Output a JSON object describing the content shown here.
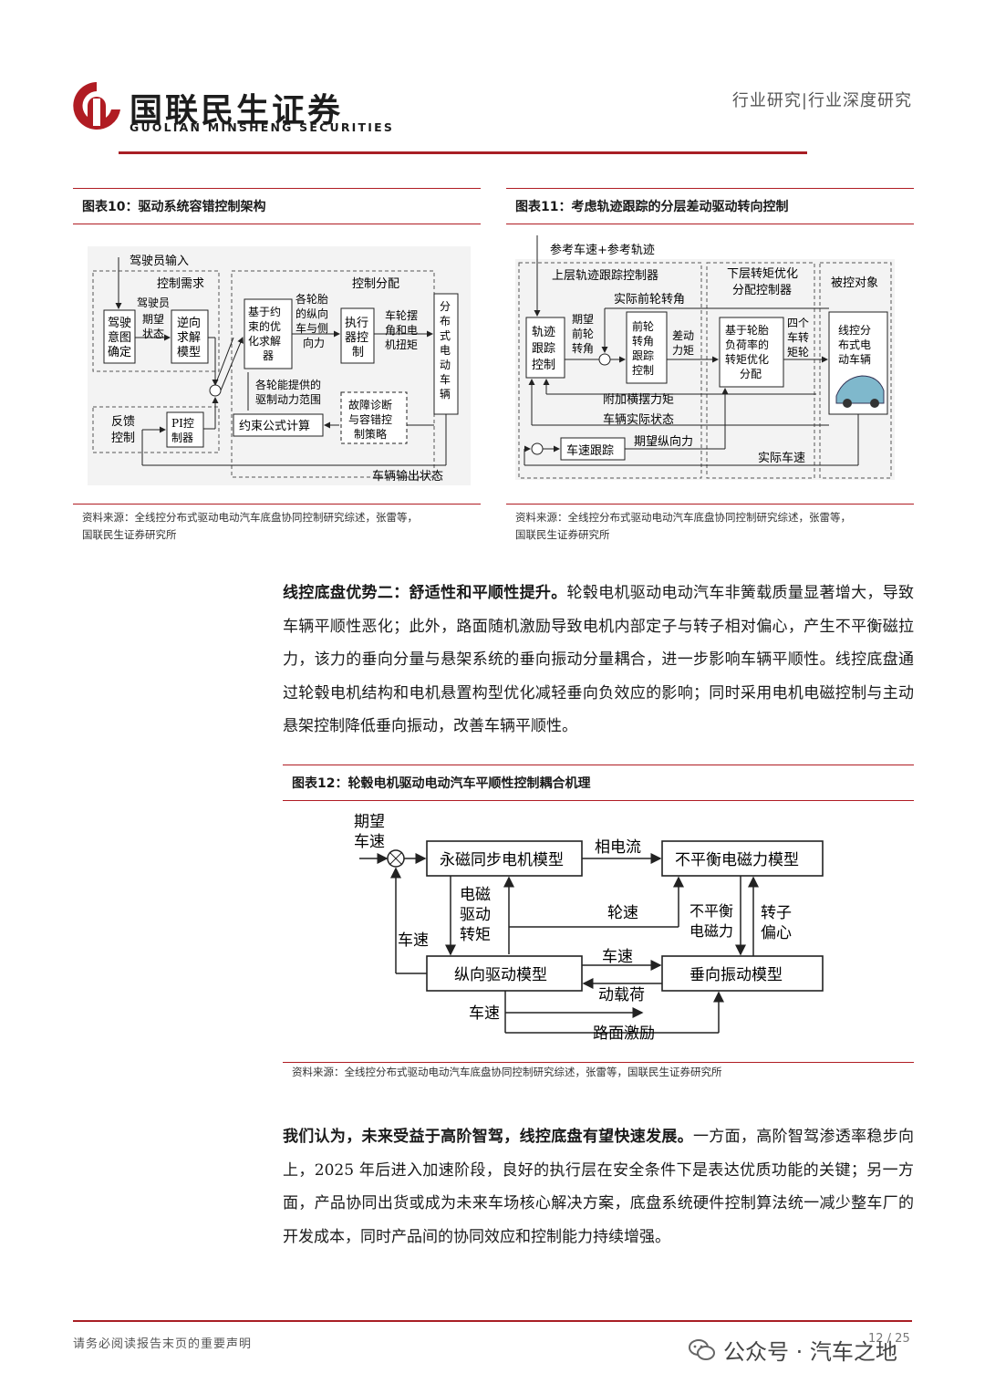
{
  "header": {
    "brand_cn": "国联民生证券",
    "brand_en": "GUOLIAN MINSHENG SECURITIES",
    "category": "行业研究|行业深度研究"
  },
  "figures": {
    "fig10": {
      "title": "图表10：驱动系统容错控制架构",
      "source_line1": "资料来源：全线控分布式驱动电动汽车底盘协同控制研究综述，张雷等，",
      "source_line2": "国联民生证券研究所",
      "labels": {
        "driver_input": "驾驶员输入",
        "control_demand": "控制需求",
        "driver_intent_1": "驾驶",
        "driver_intent_2": "意图",
        "driver_intent_3": "确定",
        "driver_exp_1": "驾驶员",
        "driver_exp_2": "期望",
        "driver_exp_3": "状态",
        "inverse_1": "逆向",
        "inverse_2": "求解",
        "inverse_3": "模型",
        "control_alloc": "控制分配",
        "opt_1": "基于约",
        "opt_2": "束的优",
        "opt_3": "化求解",
        "opt_4": "器",
        "tire_1": "各轮胎",
        "tire_2": "的纵向",
        "tire_3": "车与侧",
        "tire_4": "向力",
        "exec_1": "执行",
        "exec_2": "器控",
        "exec_3": "制",
        "yaw_1": "车轮摆",
        "yaw_2": "角和电",
        "yaw_3": "机扭矩",
        "dist_1": "分",
        "dist_2": "布",
        "dist_3": "式",
        "dist_4": "电",
        "dist_5": "动",
        "dist_6": "车",
        "dist_7": "辆",
        "range_1": "各轮能提供的",
        "range_2": "驱制动力范围",
        "feedback_1": "反馈",
        "feedback_2": "控制",
        "pi_1": "PI控",
        "pi_2": "制器",
        "constraint": "约束公式计算",
        "fault_1": "故障诊断",
        "fault_2": "与容错控",
        "fault_3": "制策略",
        "output_state": "车辆输出状态"
      }
    },
    "fig11": {
      "title": "图表11：考虑轨迹跟踪的分层差动驱动转向控制",
      "source_line1": "资料来源：全线控分布式驱动电动汽车底盘协同控制研究综述，张雷等，",
      "source_line2": "国联民生证券研究所",
      "labels": {
        "ref": "参考车速+参考轨迹",
        "upper": "上层轨迹跟踪控制器",
        "lower_1": "下层转矩优化",
        "lower_2": "分配控制器",
        "plant": "被控对象",
        "actual_angle": "实际前轮转角",
        "track_1": "轨迹",
        "track_2": "跟踪",
        "track_3": "控制",
        "exp_1": "期望",
        "exp_2": "前轮",
        "exp_3": "转角",
        "front_1": "前轮",
        "front_2": "转角",
        "front_3": "跟踪",
        "front_4": "控制",
        "diff_1": "差动",
        "diff_2": "力矩",
        "load_1": "基于轮胎",
        "load_2": "负荷率的",
        "load_3": "转矩优化",
        "load_4": "分配",
        "four_1": "四个",
        "four_2": "车转",
        "four_3": "矩轮",
        "ev_1": "线控分",
        "ev_2": "布式电",
        "ev_3": "动车辆",
        "yaw_moment": "附加横摆力矩",
        "actual_state": "车辆实际状态",
        "speed_track": "车速跟踪",
        "long_force": "期望纵向力",
        "actual_speed": "实际车速"
      }
    },
    "fig12": {
      "title": "图表12：轮毂电机驱动电动汽车平顺性控制耦合机理",
      "source": "资料来源：全线控分布式驱动电动汽车底盘协同控制研究综述，张雷等，国联民生证券研究所",
      "labels": {
        "exp_speed_1": "期望",
        "exp_speed_2": "车速",
        "pmsm": "永磁同步电机模型",
        "phase_current": "相电流",
        "unbalanced_model": "不平衡电磁力模型",
        "em_1": "电磁",
        "em_2": "驱动",
        "em_3": "转矩",
        "wheel_speed": "轮速",
        "ub_1": "不平衡",
        "ub_2": "电磁力",
        "ecc_1": "转子",
        "ecc_2": "偏心",
        "speed_left": "车速",
        "long_model": "纵向驱动模型",
        "speed_mid": "车速",
        "vert_model": "垂向振动模型",
        "dyn_load": "动载荷",
        "speed_bottom": "车速",
        "road": "路面激励"
      }
    }
  },
  "paragraph1": {
    "lead": "线控底盘优势二：舒适性和平顺性提升。",
    "body": "轮毂电机驱动电动汽车非簧载质量显著增大，导致车辆平顺性恶化；此外，路面随机激励导致电机内部定子与转子相对偏心，产生不平衡磁拉力，该力的垂向分量与悬架系统的垂向振动分量耦合，进一步影响车辆平顺性。线控底盘通过轮毂电机结构和电机悬置构型优化减轻垂向负效应的影响；同时采用电机电磁控制与主动悬架控制降低垂向振动，改善车辆平顺性。"
  },
  "paragraph2": {
    "lead": "我们认为，未来受益于高阶智驾，线控底盘有望快速发展。",
    "body": "一方面，高阶智驾渗透率稳步向上，2025 年后进入加速阶段，良好的执行层在安全条件下是表达优质功能的关键；另一方面，产品协同出货或成为未来车场核心解决方案，底盘系统硬件控制算法统一减少整车厂的开发成本，同时产品间的协同效应和控制能力持续增强。"
  },
  "footer": {
    "note": "请务必阅读报告末页的重要声明",
    "page": "12 / 25",
    "watermark": "公众号 · 汽车之地"
  },
  "colors": {
    "brand_red": "#a81e24",
    "diagram_fill": "#f1f1f1"
  }
}
